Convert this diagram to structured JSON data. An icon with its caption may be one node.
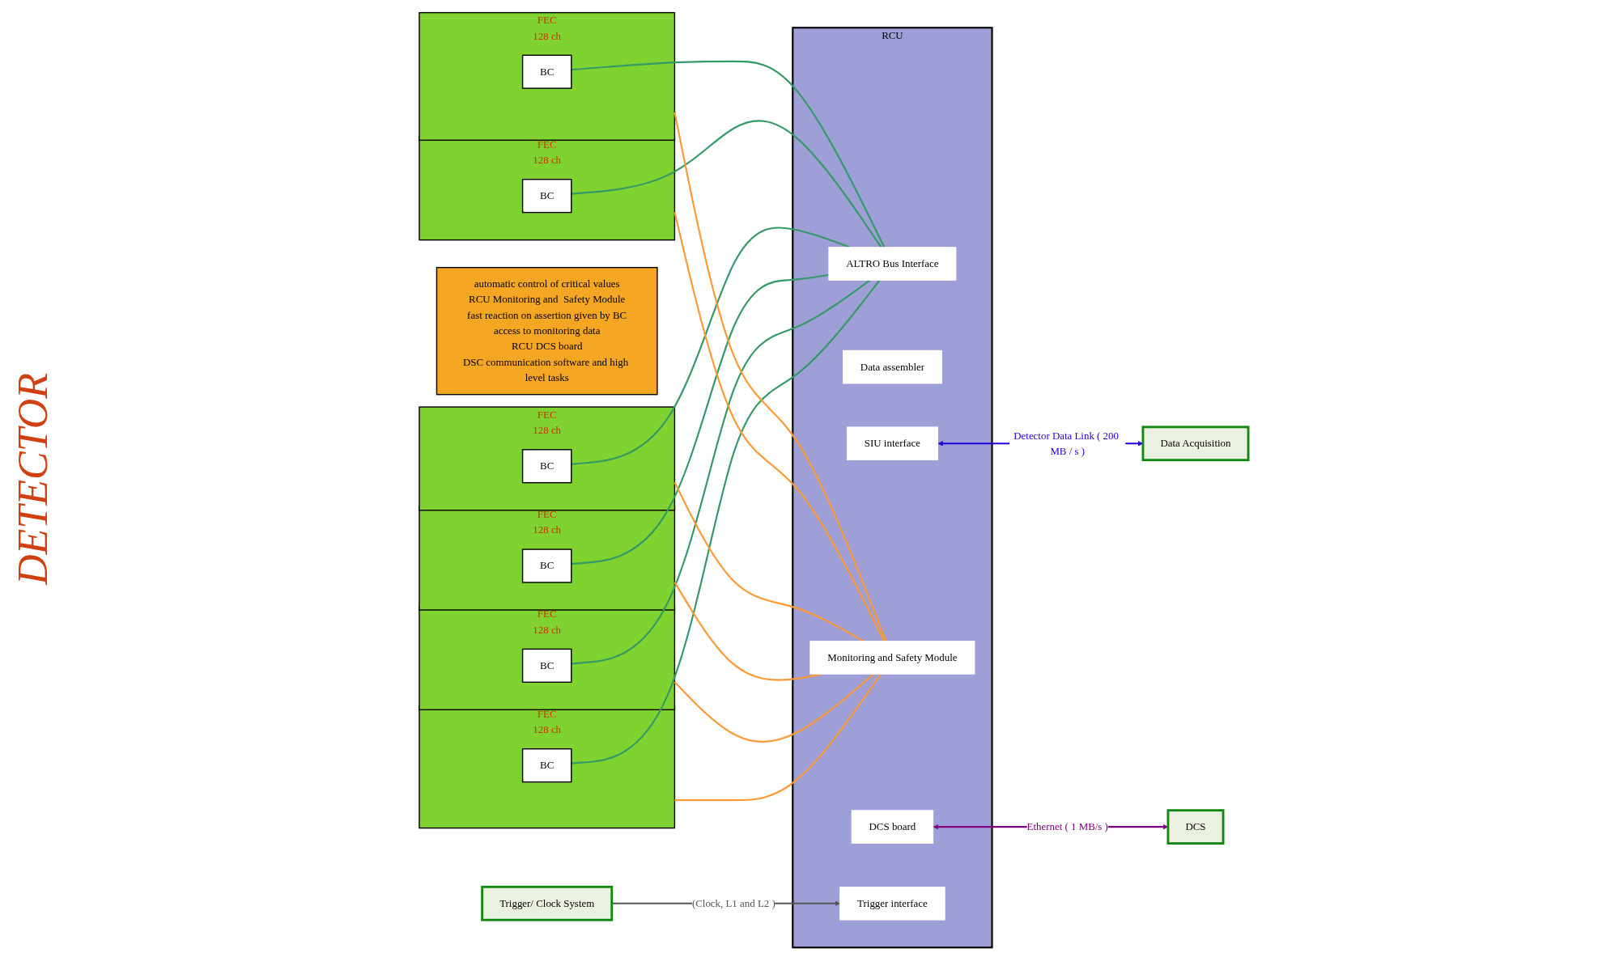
{
  "diagram": {
    "nodes": [
      {
        "text": [
          "FEC",
          "128 ch"
        ]
      },
      {
        "text": [
          "BC"
        ],
        "in": 0
      },
      {
        "text": [
          "FEC",
          "128 ch"
        ]
      },
      {
        "text": [
          "BC"
        ],
        "in": 2
      },
      {
        "text": [
          "FEC",
          "128 ch"
        ]
      },
      {
        "text": [
          "BC"
        ],
        "in": 4
      },
      {
        "text": [
          "automatic control of critical values",
          "RCU Monitoring and  Safety Module",
          "fast reaction on assertion given by BC",
          "access to monitoring data",
          "RCU DCS board",
          "DSC communication software and high level tasks"
        ]
      },
      {
        "text": [
          "RCU"
        ]
      },
      {
        "text": [
          "ALTRO Bus Interface"
        ],
        "in": 7
      },
      {
        "text": [
          "Data assembler"
        ],
        "in": 7
      },
      {
        "text": [
          "SIU interface"
        ],
        "in": 7
      },
      {
        "text": [
          "Monitoring and Safety Module"
        ],
        "in": 7
      },
      {
        "text": [
          "DCS board"
        ],
        "in": 7
      },
      {
        "text": [
          "Trigger interface"
        ],
        "in": 7
      },
      {
        "text": [
          "Data Acquisition"
        ]
      },
      {
        "text": [
          "DCS"
        ]
      },
      {
        "text": [
          "Trigger/ Clock System"
        ]
      },
      {
        "text": [
          "FEC",
          "128 ch"
        ]
      },
      {
        "text": [
          "BC"
        ],
        "in": 17
      },
      {
        "text": [
          "FEC",
          "128 ch"
        ]
      },
      {
        "text": [
          "BC"
        ],
        "in": 19
      },
      {
        "text": [
          "FEC",
          "128 ch"
        ]
      },
      {
        "text": [
          "BC"
        ],
        "in": 21
      }
    ],
    "edges": [
      {
        "from": 1,
        "to": 8,
        "arrow": "none",
        "color": "#339966"
      },
      {
        "from": 3,
        "to": 8,
        "arrow": "none",
        "color": "#339966"
      },
      {
        "from": 5,
        "to": 8,
        "arrow": "none",
        "color": "#339966"
      },
      {
        "from": 18,
        "to": 8,
        "arrow": "none",
        "color": "#339966"
      },
      {
        "from": 20,
        "to": 8,
        "arrow": "none",
        "color": "#339966"
      },
      {
        "from": 22,
        "to": 8,
        "arrow": "none",
        "color": "#339966"
      },
      {
        "from": 0,
        "to": 11,
        "arrow": "none",
        "color": "#ff9933"
      },
      {
        "from": 2,
        "to": 11,
        "arrow": "none",
        "color": "#ff9933"
      },
      {
        "from": 4,
        "to": 11,
        "arrow": "none",
        "color": "#ff9933"
      },
      {
        "from": 17,
        "to": 11,
        "arrow": "none",
        "color": "#ff9933"
      },
      {
        "from": 19,
        "to": 11,
        "arrow": "none",
        "color": "#ff9933"
      },
      {
        "from": 21,
        "to": 11,
        "arrow": "none",
        "color": "#ff9933"
      },
      {
        "from": 10,
        "to": 14,
        "arrow": "both",
        "label": "Detector Data Link ( 200 MB / s )",
        "color": "#2200dd"
      },
      {
        "from": 12,
        "to": 15,
        "arrow": "both",
        "label": "Ethernet ( 1  MB/s )",
        "color": "#800080"
      },
      {
        "from": 16,
        "to": 13,
        "arrow": "to",
        "label": "(Clock, L1 and L2 )",
        "color": "#555555"
      }
    ],
    "labels": [
      "DETECTOR"
    ]
  }
}
